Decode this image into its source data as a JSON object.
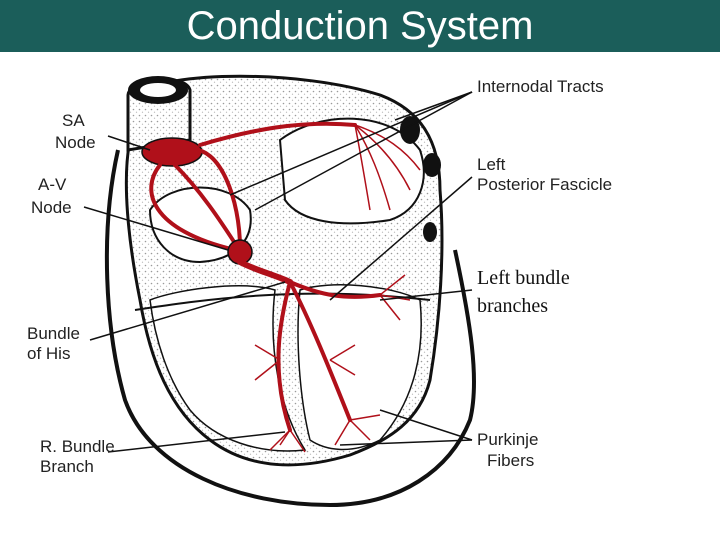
{
  "slide": {
    "title": "Conduction System"
  },
  "labels": {
    "internodal_tracts": "Internodal Tracts",
    "sa_node_line1": "SA",
    "sa_node_line2": "Node",
    "av_node_line1": "A-V",
    "av_node_line2": "Node",
    "left_posterior_line1": "Left",
    "left_posterior_line2": "Posterior  Fascicle",
    "left_bundle_line1": "Left bundle",
    "left_bundle_line2": "branches",
    "bundle_his_line1": "Bundle",
    "bundle_his_line2": "of His",
    "r_bundle_line1": "R. Bundle",
    "r_bundle_line2": "Branch",
    "purkinje_line1": "Purkinje",
    "purkinje_line2": "Fibers"
  },
  "colors": {
    "title_bar": "#1b5e5a",
    "conduction": "#b0101a",
    "outline": "#111111",
    "stipple": "#dcdcdc"
  }
}
